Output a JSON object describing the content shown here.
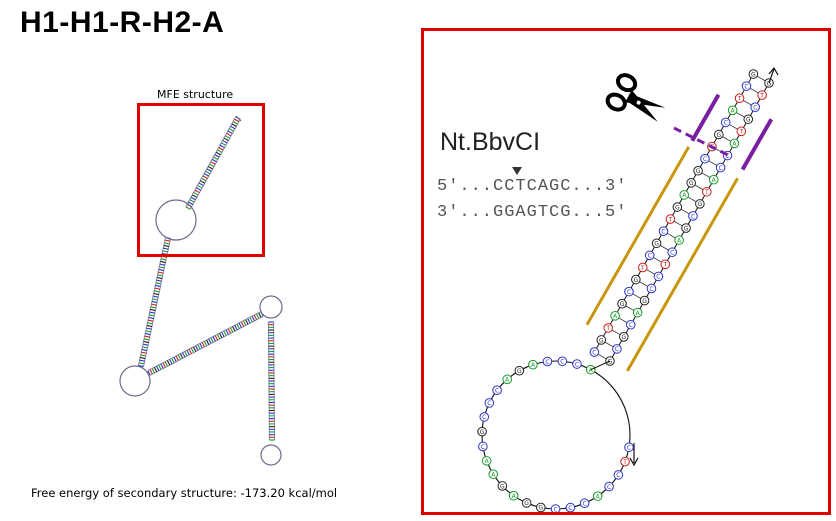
{
  "header": {
    "title": "H1-H1-R-H2-A"
  },
  "overview": {
    "label": "MFE structure",
    "energy_text": "Free energy of secondary structure: -173.20 kcal/mol"
  },
  "detail": {
    "enzyme_name": "Nt.BbvCI",
    "seq_top": "5′...CCTCAGC...3′",
    "seq_bottom": "3′...GGAGTCG...5′",
    "icons": [
      "scissors-icon",
      "cut-arrow-icon"
    ]
  },
  "colors": {
    "highlight_box": "#e00000",
    "strand_line": "#c8960a",
    "nick_bracket": "#7a1fa2",
    "base_A": "#1a9a2a",
    "base_C": "#2a33c8",
    "base_G": "#222222",
    "base_T": "#c8201a"
  }
}
